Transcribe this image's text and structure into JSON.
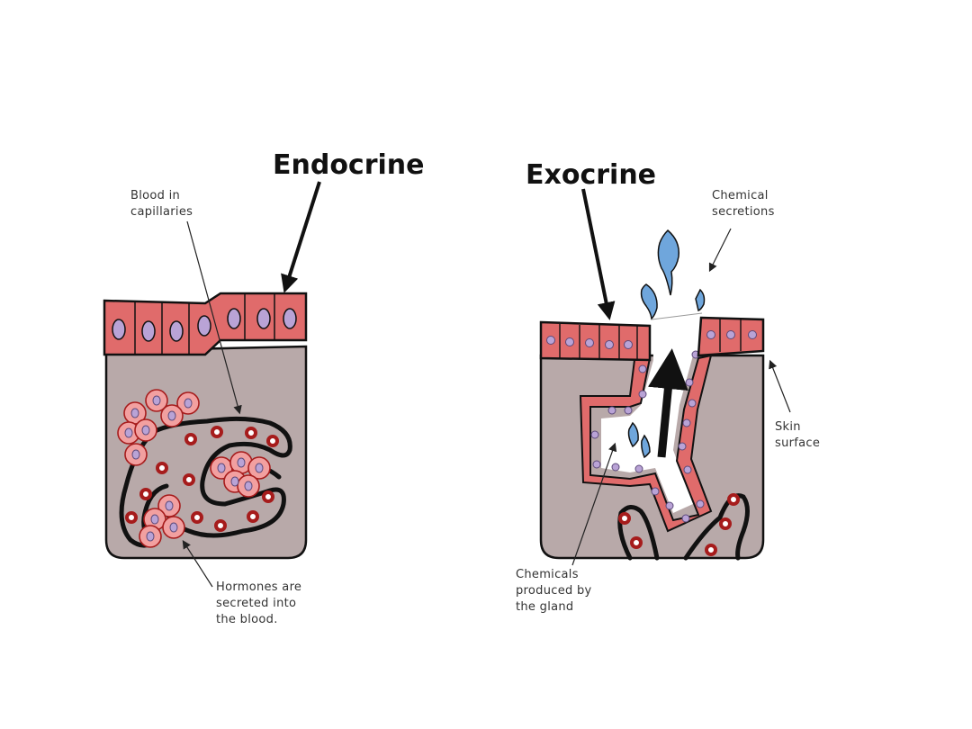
{
  "endocrine": {
    "title": "Endocrine",
    "label_blood": [
      "Blood in",
      "capillaries"
    ],
    "label_hormones": [
      "Hormones are",
      "secreted into",
      "the blood."
    ]
  },
  "exocrine": {
    "title": "Exocrine",
    "label_secretions": [
      "Chemical",
      "secretions"
    ],
    "label_skin": [
      "Skin",
      "surface"
    ],
    "label_chemicals": [
      "Chemicals",
      "produced by",
      "the gland"
    ]
  },
  "colors": {
    "tissue": "#b8a9a9",
    "epithelium": "#e06b6b",
    "nucleus": "#b9a3d6",
    "cell_light": "#f2a0a0",
    "red_cell": "#a61c1c",
    "secretion": "#6fa6dc"
  }
}
